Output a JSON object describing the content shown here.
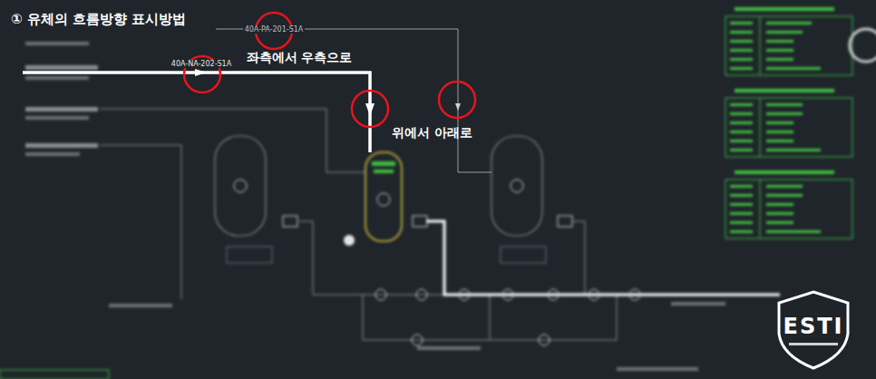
{
  "diagram": {
    "title": "① 유체의 흐름방향 표시방법",
    "labels": [
      "40A-PA-201-S1A",
      "40A-NA-202-S1A",
      "좌측에서 우측으로",
      "위에서 아래로",
      "ESTI"
    ]
  }
}
